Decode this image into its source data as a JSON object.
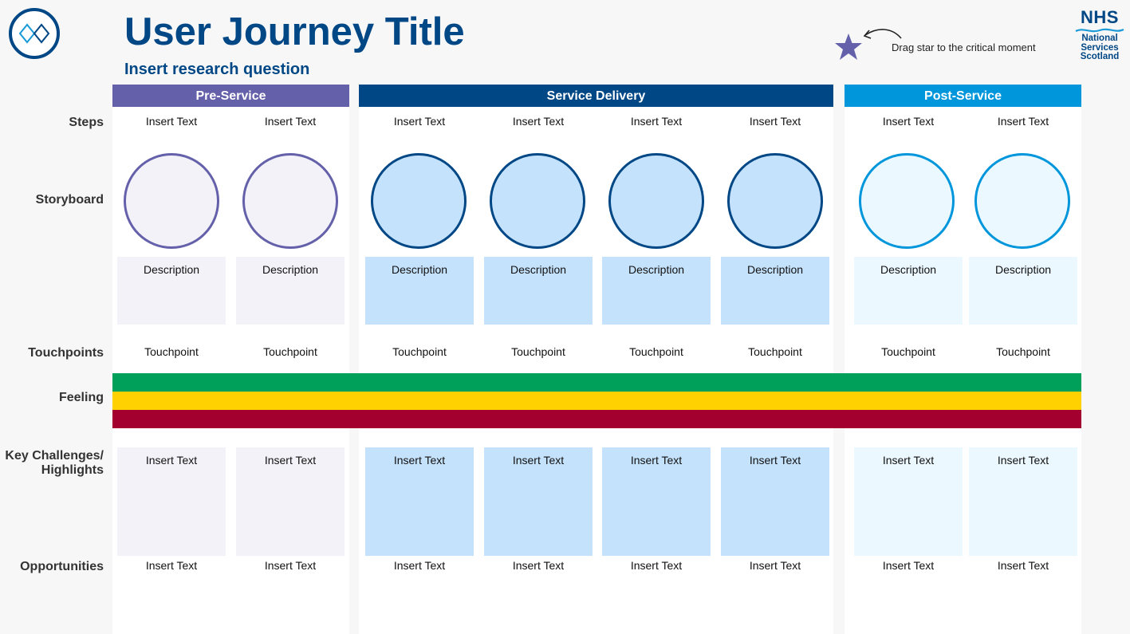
{
  "title": "User Journey Title",
  "subtitle": "Insert research question",
  "hint": "Drag star to the critical moment",
  "nhs": {
    "word": "NHS",
    "line1": "National",
    "line2": "Services",
    "line3": "Scotland"
  },
  "phases": [
    {
      "label": "Pre-Service",
      "color": "#6460aa"
    },
    {
      "label": "Service Delivery",
      "color": "#004785"
    },
    {
      "label": "Post-Service",
      "color": "#0096db"
    }
  ],
  "row_labels": {
    "steps": "Steps",
    "storyboard": "Storyboard",
    "touchpoints": "Touchpoints",
    "feeling": "Feeling",
    "challenges_line1": "Key Challenges/",
    "challenges_line2": "Highlights",
    "opportunities": "Opportunities"
  },
  "columns": [
    {
      "step": "Insert Text",
      "description": "Description",
      "touchpoint": "Touchpoint",
      "challenge": "Insert Text",
      "opportunity": "Insert Text"
    },
    {
      "step": "Insert Text",
      "description": "Description",
      "touchpoint": "Touchpoint",
      "challenge": "Insert Text",
      "opportunity": "Insert Text"
    },
    {
      "step": "Insert Text",
      "description": "Description",
      "touchpoint": "Touchpoint",
      "challenge": "Insert Text",
      "opportunity": "Insert Text"
    },
    {
      "step": "Insert Text",
      "description": "Description",
      "touchpoint": "Touchpoint",
      "challenge": "Insert Text",
      "opportunity": "Insert Text"
    },
    {
      "step": "Insert Text",
      "description": "Description",
      "touchpoint": "Touchpoint",
      "challenge": "Insert Text",
      "opportunity": "Insert Text"
    },
    {
      "step": "Insert Text",
      "description": "Description",
      "touchpoint": "Touchpoint",
      "challenge": "Insert Text",
      "opportunity": "Insert Text"
    },
    {
      "step": "Insert Text",
      "description": "Description",
      "touchpoint": "Touchpoint",
      "challenge": "Insert Text",
      "opportunity": "Insert Text"
    },
    {
      "step": "Insert Text",
      "description": "Description",
      "touchpoint": "Touchpoint",
      "challenge": "Insert Text",
      "opportunity": "Insert Text"
    }
  ],
  "feeling_colors": {
    "positive": "#00a05a",
    "neutral": "#ffd100",
    "negative": "#a4002f"
  },
  "fill_colors": {
    "pre": {
      "circle_fill": "#f3f2f9",
      "box": "#f3f2f8"
    },
    "delivery": {
      "circle_fill": "#c5e2fc",
      "box": "#c5e2fc"
    },
    "post": {
      "circle_fill": "#ecf8ff",
      "box": "#ecf8ff"
    }
  }
}
